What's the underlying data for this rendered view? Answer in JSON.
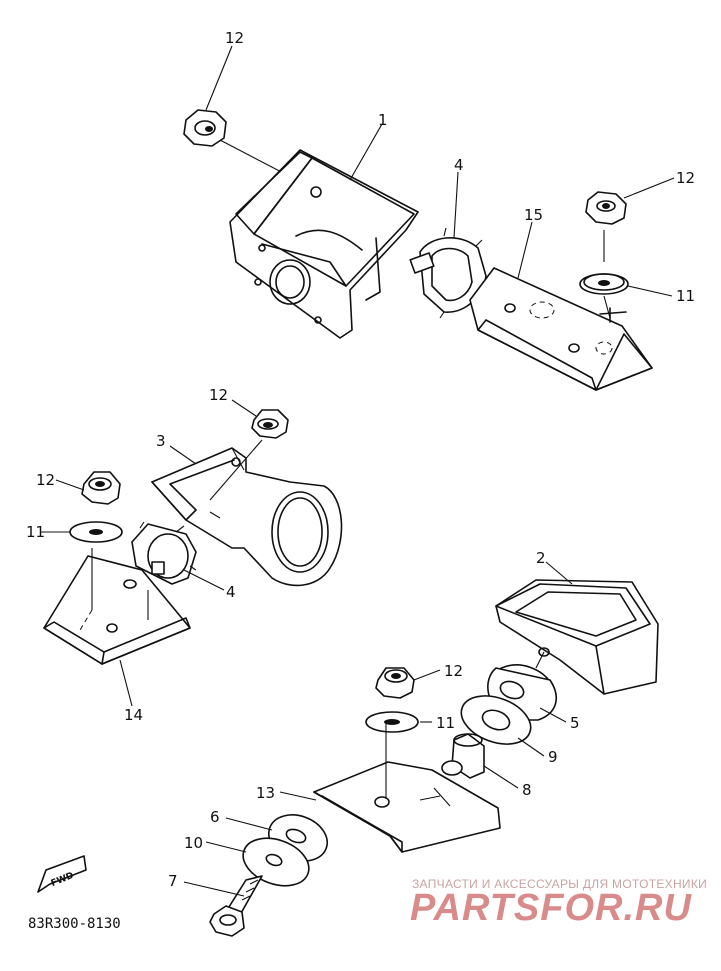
{
  "diagram": {
    "part_number": "83R300-8130",
    "fwd_label": "FWD",
    "callouts": {
      "c1": "1",
      "c2": "2",
      "c3": "3",
      "c4a": "4",
      "c4b": "4",
      "c5": "5",
      "c6": "6",
      "c7": "7",
      "c8": "8",
      "c9": "9",
      "c10": "10",
      "c11a": "11",
      "c11b": "11",
      "c11c": "11",
      "c12a": "12",
      "c12b": "12",
      "c12c": "12",
      "c12d": "12",
      "c12e": "12",
      "c13": "13",
      "c14": "14",
      "c15": "15"
    }
  },
  "watermark": {
    "tagline": "ЗАПЧАСТИ И АКСЕССУАРЫ ДЛЯ МОТОТЕХНИКИ",
    "brand": "PARTSFOR.RU"
  }
}
